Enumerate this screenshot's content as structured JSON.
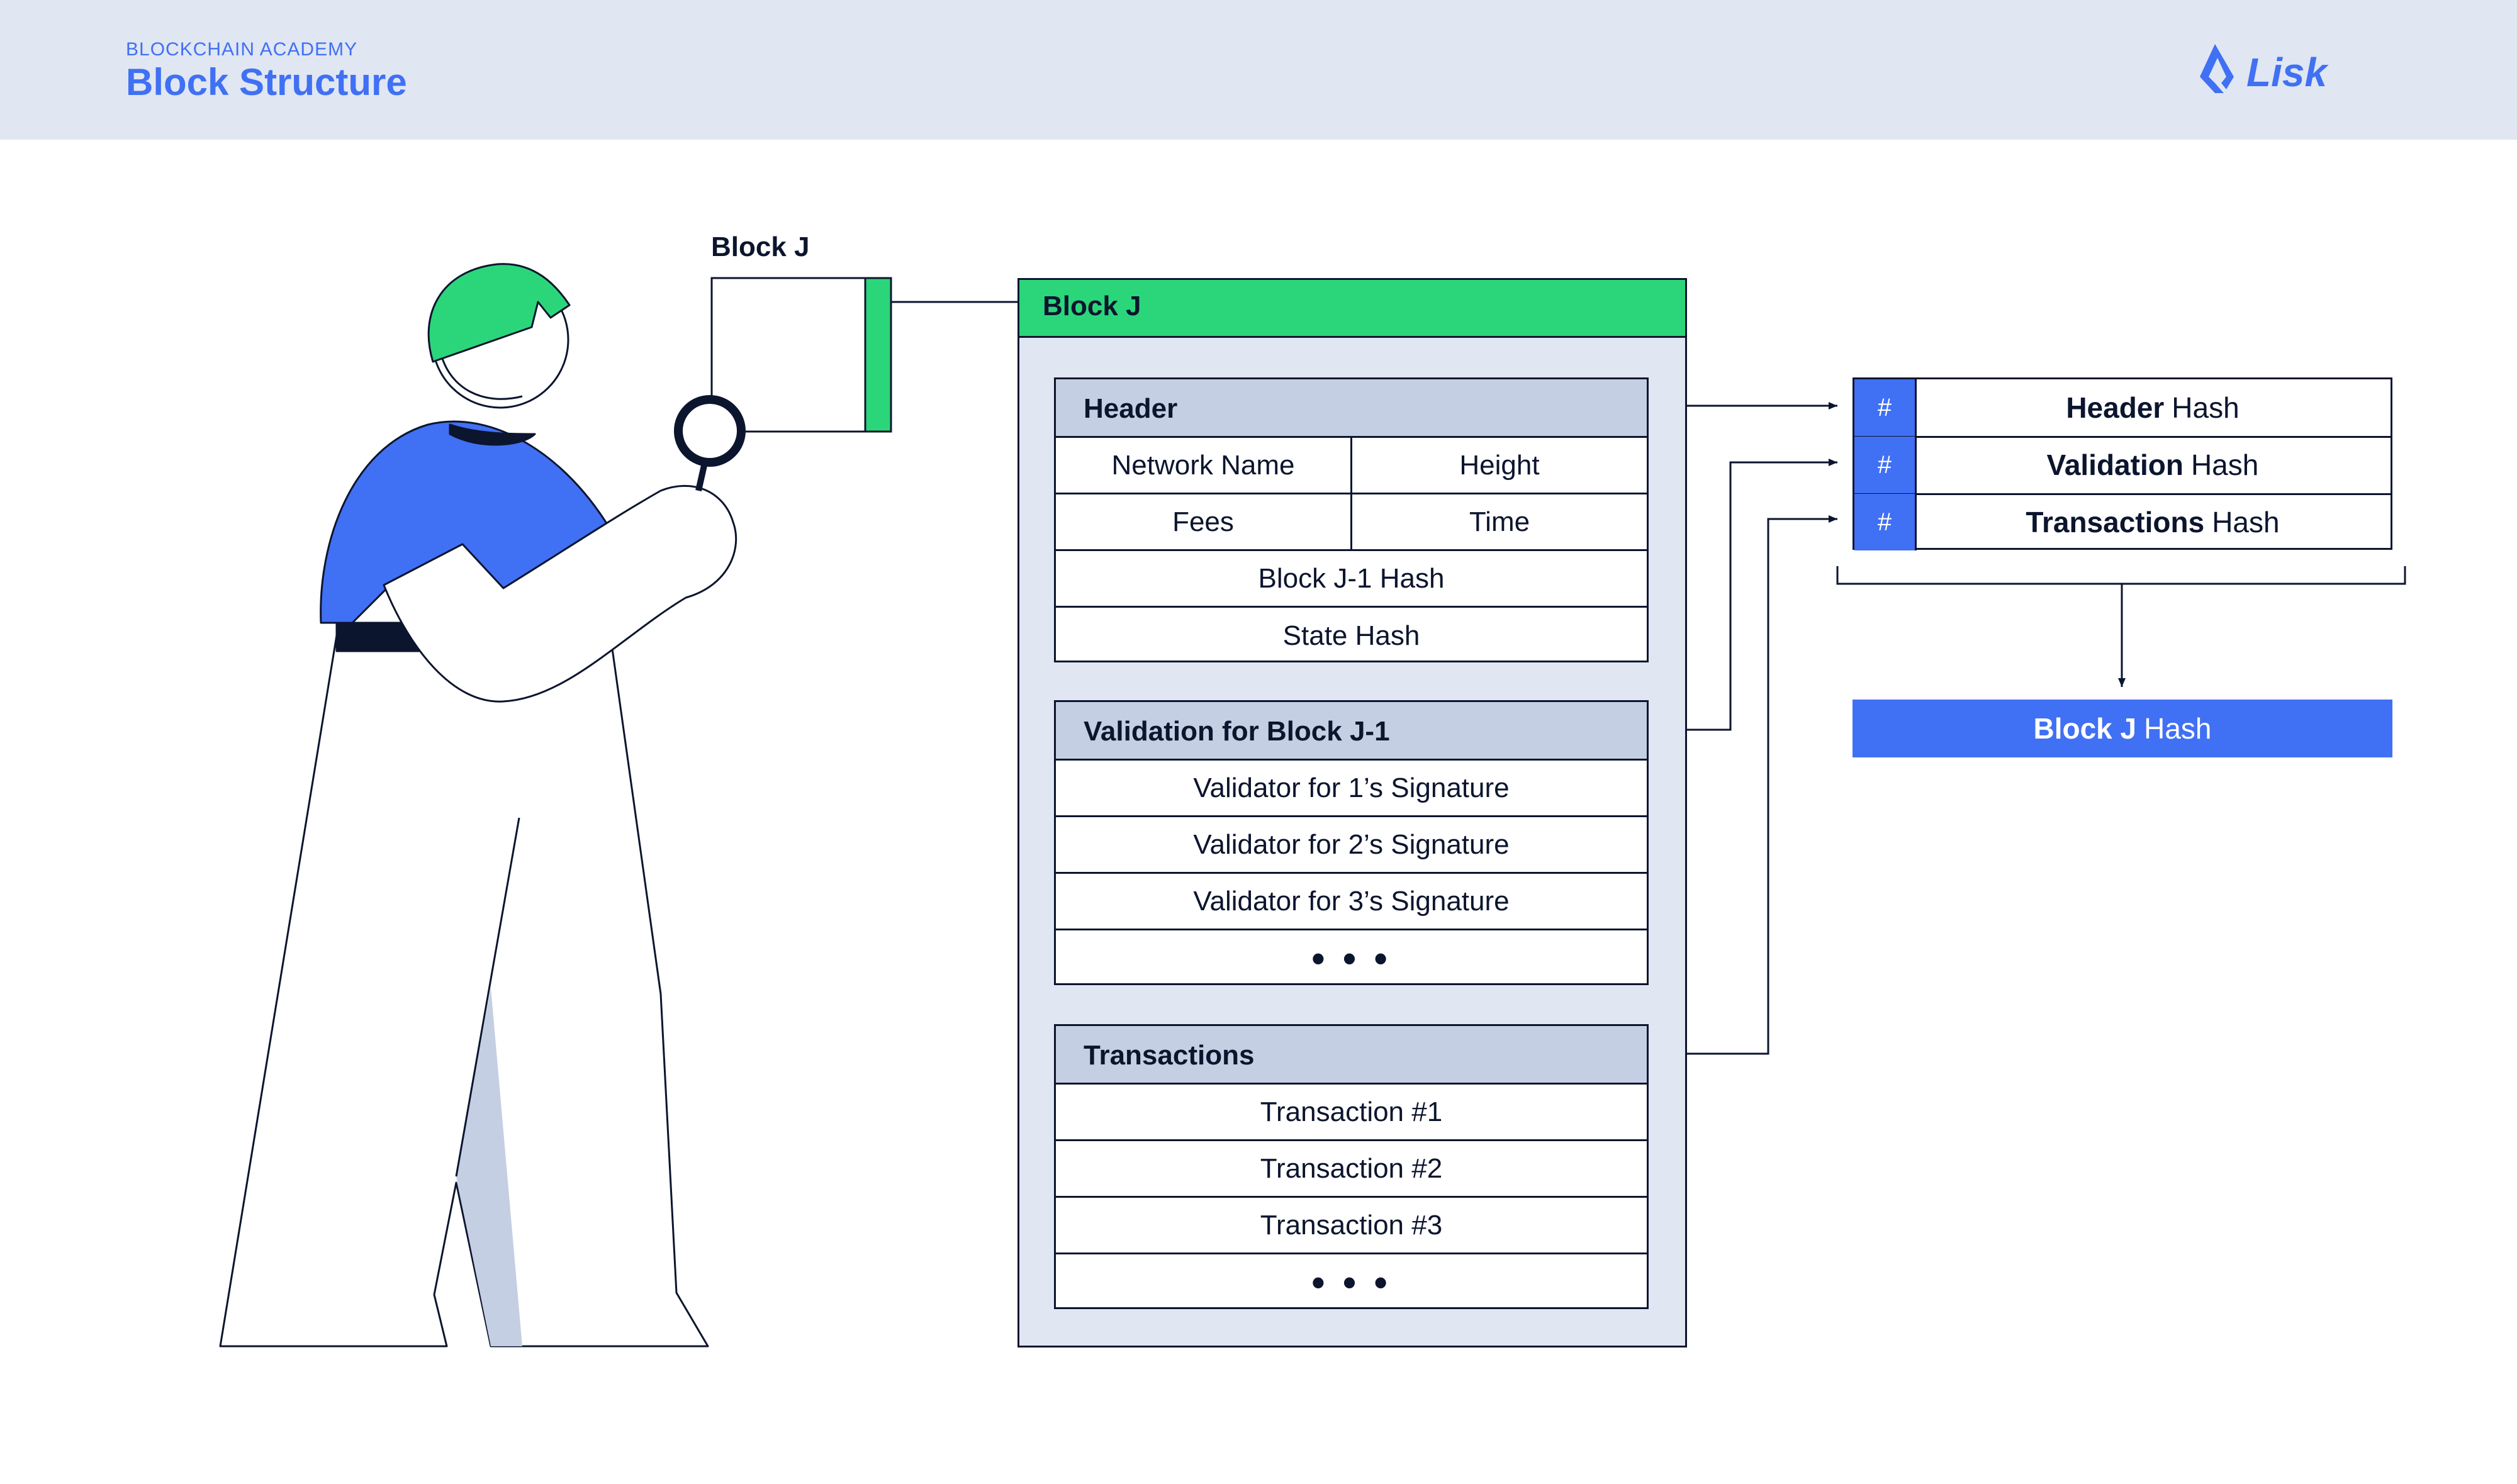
{
  "header": {
    "subtitle": "BLOCKCHAIN ACADEMY",
    "title": "Block Structure",
    "logo_text": "Lisk"
  },
  "small_block": {
    "label": "Block J"
  },
  "block": {
    "title": "Block J",
    "sections": {
      "header": {
        "title": "Header",
        "network_name": "Network Name",
        "height": "Height",
        "fees": "Fees",
        "time": "Time",
        "prev_hash": "Block J-1 Hash",
        "state_hash": "State Hash"
      },
      "validation": {
        "title": "Validation for Block J-1",
        "items": [
          "Validator for 1’s Signature",
          "Validator for 2’s Signature",
          "Validator for 3’s Signature",
          "• • •"
        ]
      },
      "transactions": {
        "title": "Transactions",
        "items": [
          "Transaction #1",
          "Transaction #2",
          "Transaction #3",
          "• • •"
        ]
      }
    }
  },
  "hashes": {
    "symbol": "#",
    "header": {
      "bold": "Header",
      "rest": "Hash"
    },
    "validation": {
      "bold": "Validation",
      "rest": "Hash"
    },
    "transactions": {
      "bold": "Transactions",
      "rest": "Hash"
    },
    "final": {
      "bold": "Block J",
      "rest": "Hash"
    }
  },
  "colors": {
    "accent_blue": "#4070f4",
    "accent_green": "#2bd67b",
    "panel": "#e0e6f2",
    "section_header": "#c5cfe3",
    "ink": "#0c152e"
  }
}
